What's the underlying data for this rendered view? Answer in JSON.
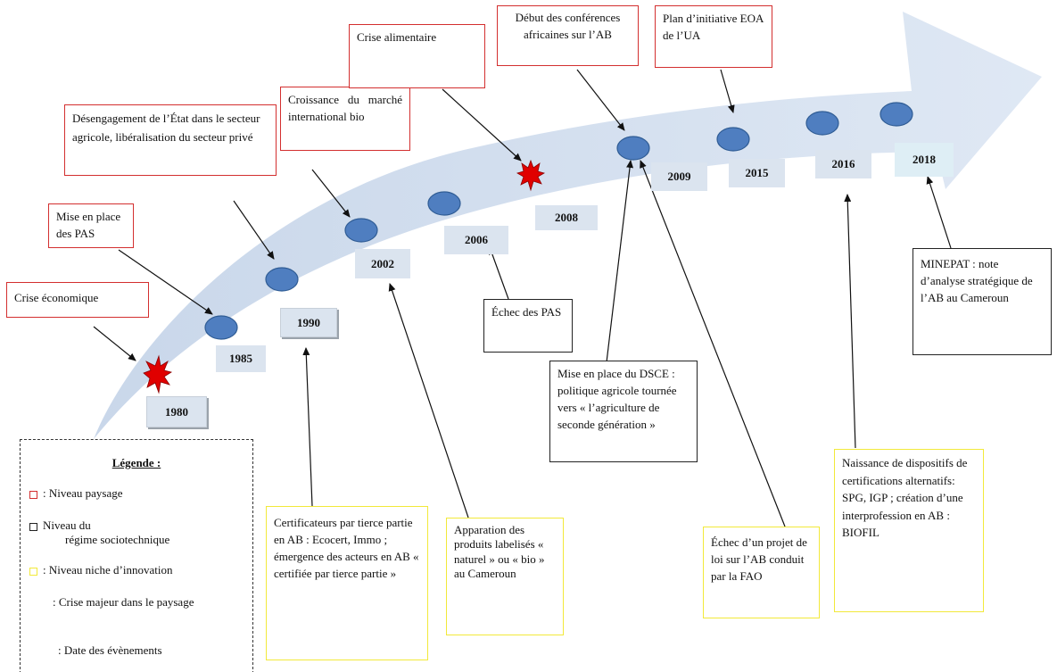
{
  "colors": {
    "arrow": "#d6e2f1",
    "node": "#4f7ec0",
    "node_stroke": "#2f5c94",
    "landscape": "#d32f2f",
    "regime": "#222222",
    "niche": "#f2e93a",
    "crisis": "#e00000"
  },
  "events": {
    "crise_economique": "Crise économique",
    "mise_en_place_pas": "Mise en place des PAS",
    "desengagement": "Désengagement de l’État dans le secteur agricole, libéralisation du secteur privé",
    "croissance": "Croissance du marché international bio",
    "crise_alimentaire": "Crise alimentaire",
    "debut_conferences": "Début des conférences africaines sur l’AB",
    "plan_initiative": "Plan d’initiative EOA de l’UA",
    "echec_pas": "Échec des PAS",
    "dsce": "Mise en place du DSCE : politique agricole tournée vers « l’agriculture de seconde génération »",
    "minepat": "MINEPAT : note d’analyse stratégique de l’AB au Cameroun",
    "certificateurs": "Certificateurs par tierce partie en AB : Ecocert, Immo ; émergence des acteurs en AB « certifiée par tierce partie »",
    "apparition": "Apparation des produits labelisés « naturel » ou « bio » au Cameroun",
    "echec_projet_loi": "Échec d’un projet de loi sur l’AB conduit par la FAO",
    "naissance": "Naissance de dispositifs de certifications alternatifs: SPG, IGP ; création d’une interprofession en AB : BIOFIL"
  },
  "dates": {
    "d1980": "1980",
    "d1985": "1985",
    "d1990": "1990",
    "d2002": "2002",
    "d2006": "2006",
    "d2008": "2008",
    "d2009": "2009",
    "d2015": "2015",
    "d2016": "2016",
    "d2018": "2018"
  },
  "legend": {
    "title": "Légende :",
    "paysage": ": Niveau paysage",
    "regime_line1": "Niveau du",
    "regime_line2": "régime sociotechnique",
    "niche": ": Niveau niche d’innovation",
    "crise": ": Crise majeur dans le paysage",
    "date": ": Date des évènements"
  }
}
